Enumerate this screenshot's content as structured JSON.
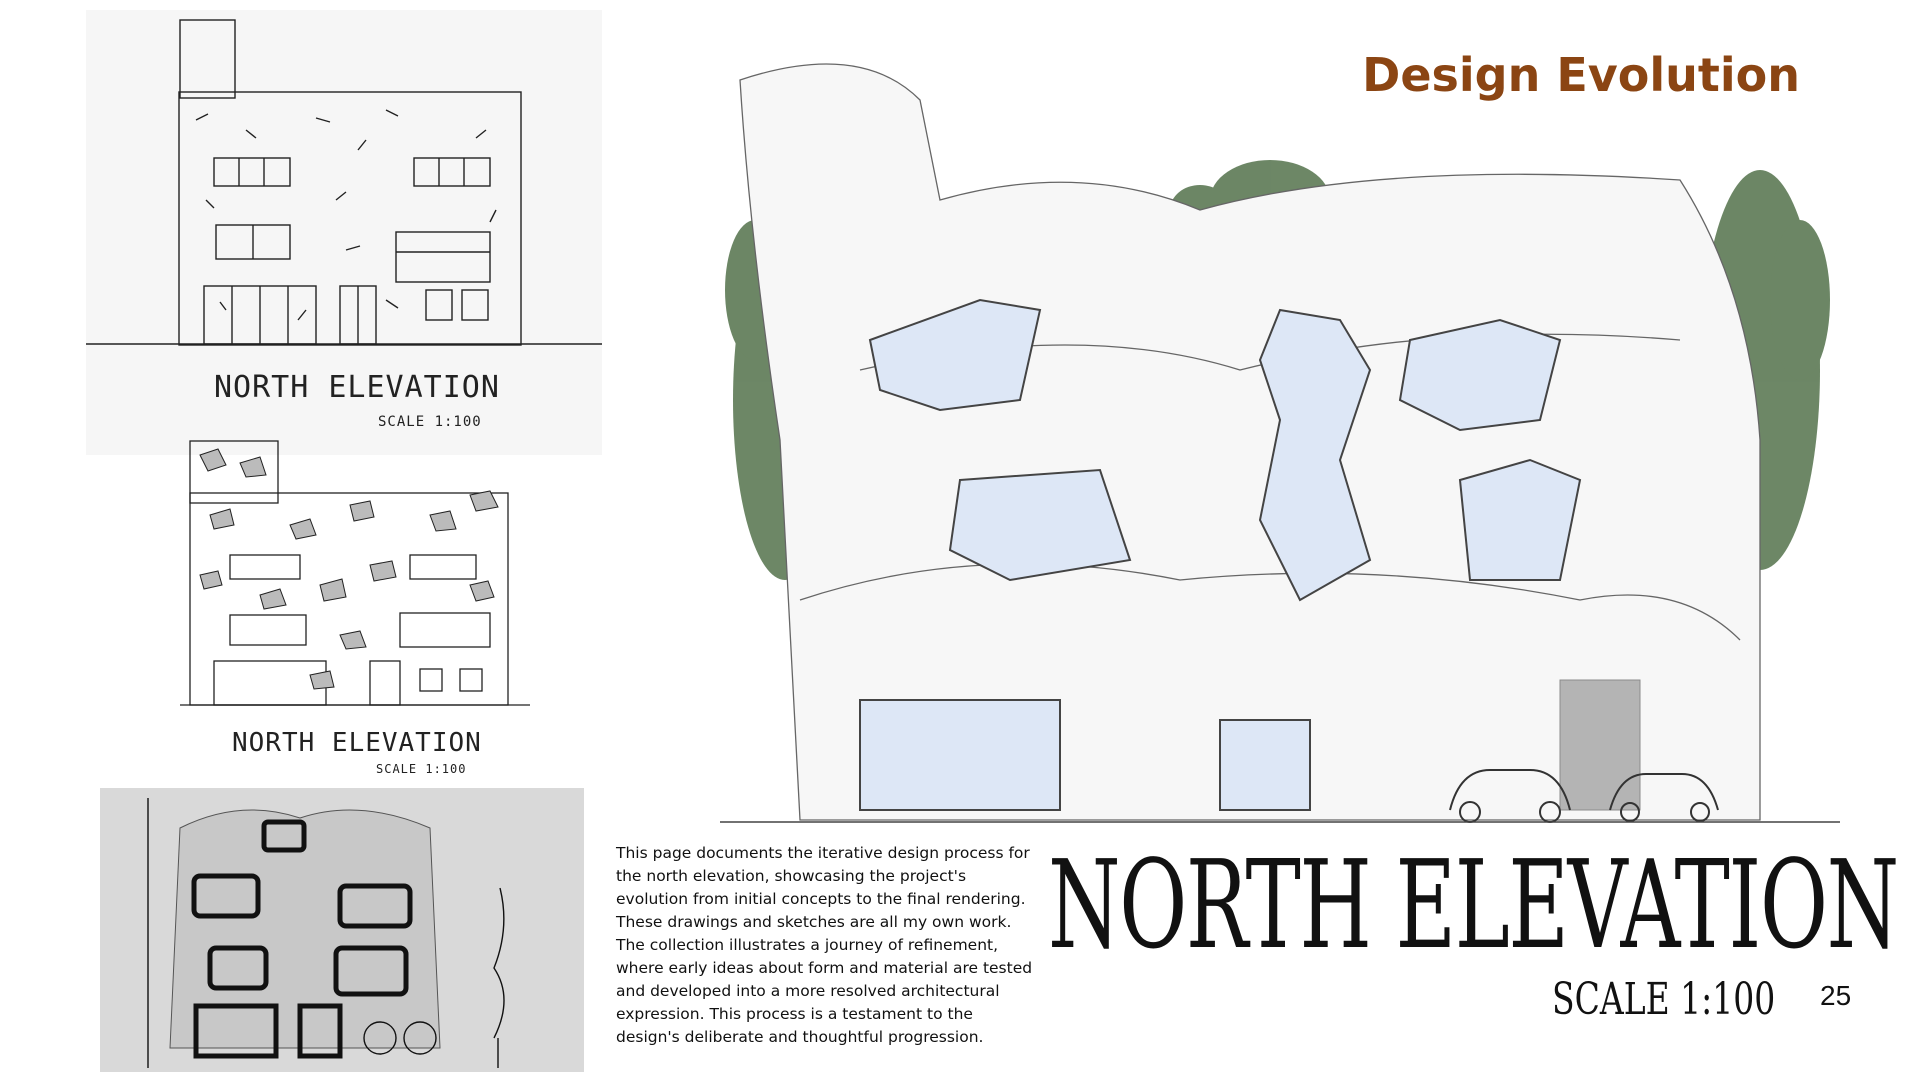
{
  "page": {
    "title": "Design Evolution",
    "page_number": "25",
    "title_color": "#8B4513"
  },
  "sketches": [
    {
      "label": "NORTH ELEVATION",
      "scale": "SCALE 1:100"
    },
    {
      "label": "NORTH ELEVATION",
      "scale": "SCALE 1:100"
    }
  ],
  "main_drawing": {
    "title": "NORTH ELEVATION",
    "scale": "SCALE 1:100"
  },
  "description": "This page documents the iterative design process for the north elevation, showcasing the project's evolution from initial concepts to the final rendering. These drawings and sketches are all my own work. The collection illustrates a journey of refinement, where early ideas about form and material are tested and developed into a more resolved architectural expression. This process is a testament to the design's deliberate and thoughtful progression."
}
